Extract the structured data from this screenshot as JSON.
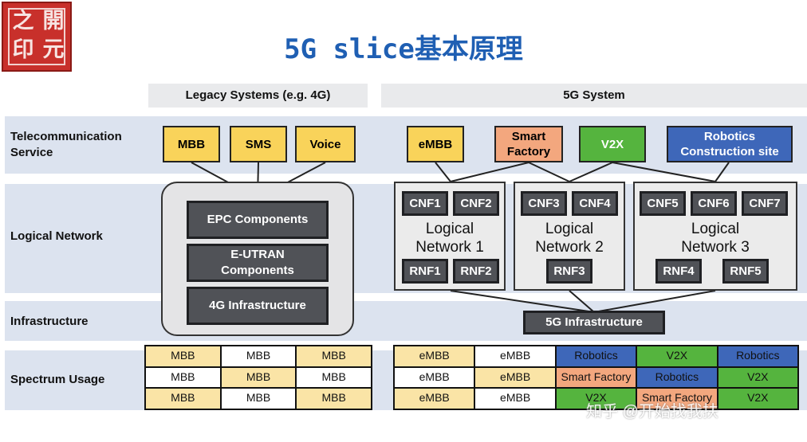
{
  "logo": {
    "chars": [
      "之",
      "開",
      "印",
      "元"
    ]
  },
  "title": "5G slice基本原理",
  "headers": {
    "legacy": "Legacy Systems (e.g. 4G)",
    "fiveg": "5G System"
  },
  "row_labels": {
    "telecom": [
      "Telecommunication",
      "Service"
    ],
    "logical": "Logical Network",
    "infra": "Infrastructure",
    "spectrum": "Spectrum Usage"
  },
  "legacy": {
    "services": [
      "MBB",
      "SMS",
      "Voice"
    ],
    "components": [
      "EPC Components",
      [
        "E-UTRAN",
        "Components"
      ],
      "4G Infrastructure"
    ]
  },
  "fiveg": {
    "services": [
      "eMBB",
      [
        "Smart",
        "Factory"
      ],
      "V2X",
      [
        "Robotics",
        "Construction site"
      ]
    ],
    "logical_networks": [
      {
        "cnfs": [
          "CNF1",
          "CNF2"
        ],
        "label": [
          "Logical",
          "Network 1"
        ],
        "rnfs": [
          "RNF1",
          "RNF2"
        ]
      },
      {
        "cnfs": [
          "CNF3",
          "CNF4"
        ],
        "label": [
          "Logical",
          "Network 2"
        ],
        "rnfs": [
          "RNF3"
        ]
      },
      {
        "cnfs": [
          "CNF5",
          "CNF6",
          "CNF7"
        ],
        "label": [
          "Logical",
          "Network 3"
        ],
        "rnfs": [
          "RNF4",
          "RNF5"
        ]
      }
    ],
    "infrastructure": "5G Infrastructure"
  },
  "spectrum": {
    "legacy": [
      [
        "MBB",
        "MBB",
        "MBB"
      ],
      [
        "MBB",
        "MBB",
        "MBB"
      ],
      [
        "MBB",
        "MBB",
        "MBB"
      ]
    ],
    "fiveg": [
      [
        "eMBB",
        "eMBB",
        "Robotics",
        "V2X",
        "Robotics"
      ],
      [
        "eMBB",
        "eMBB",
        "Smart Factory",
        "Robotics",
        "V2X"
      ],
      [
        "eMBB",
        "eMBB",
        "V2X",
        "Smart Factory",
        "V2X"
      ]
    ]
  },
  "colors": {
    "title": "#1f5fb3",
    "yellow": "#f9d35a",
    "orange": "#f3a77e",
    "green": "#55b43e",
    "blue": "#3e67b9",
    "dark_box": "#505257"
  },
  "watermark": "知乎 @开始找我扶"
}
